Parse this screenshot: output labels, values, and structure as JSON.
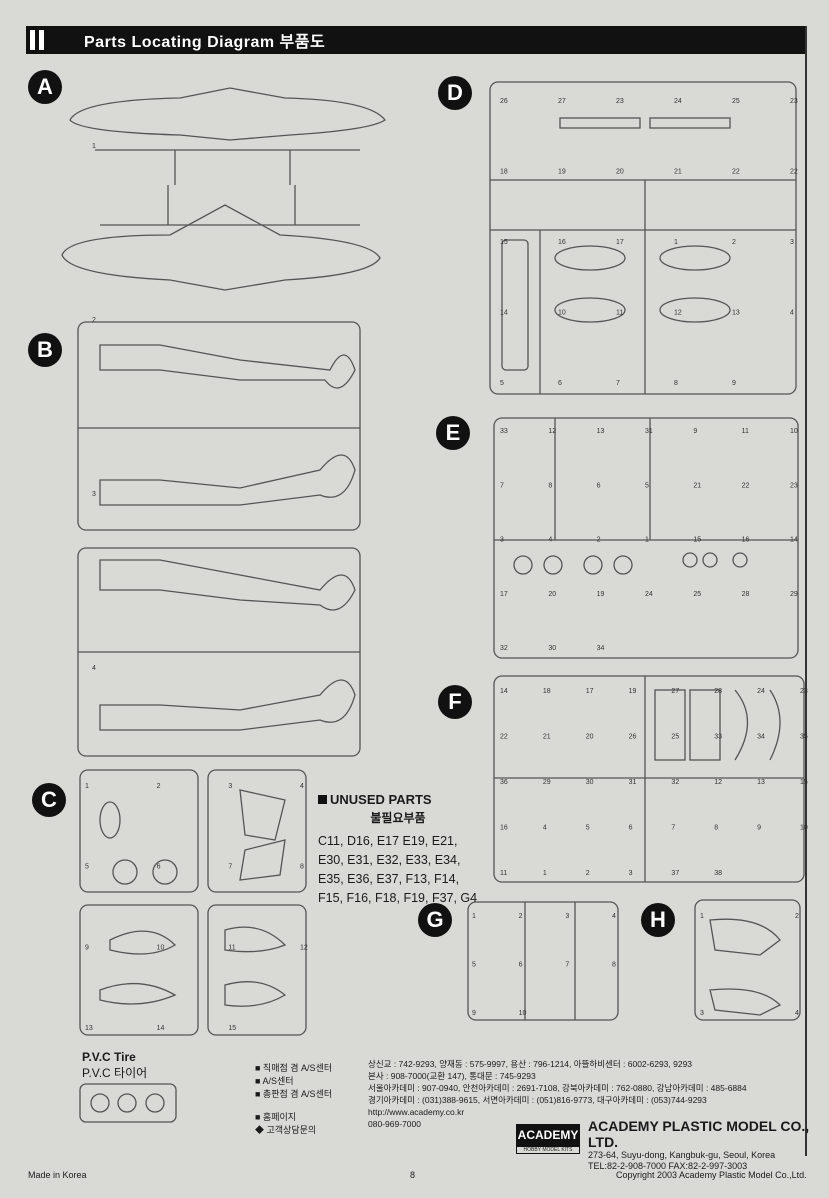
{
  "header": {
    "title": "Parts Locating Diagram 부품도"
  },
  "section_letters": [
    "A",
    "B",
    "C",
    "D",
    "E",
    "F",
    "G",
    "H"
  ],
  "unused": {
    "heading": "UNUSED PARTS",
    "heading_kr": "불필요부품",
    "list": "C11, D16, E17 E19, E21, E30, E31, E32, E33, E34, E35, E36, E37, F13, F14, F15, F16, F18, F19, F37, G4"
  },
  "pvc": {
    "title": "P.V.C Tire",
    "title_kr": "P.V.C 타이어"
  },
  "legend": {
    "line1": "■ 직매점 겸 A/S센터",
    "line2": "■ A/S센터",
    "line3": "■ 총판점 겸 A/S센터",
    "line4": "■ 홈페이지",
    "line5": "◆ 고객상담문의"
  },
  "contacts": {
    "line1": "상신교 : 742-9293, 양재동 : 575-9997, 용산 : 796-1214, 아뜰하비센터 : 6002-6293, 9293",
    "line2": "본사 : 908-7000(교환 147), 통대문 : 745-9293",
    "line3": "서울아카데미 : 907-0940, 안천아카데미 : 2691-7108, 강북아카데미 : 762-0880, 강남아카데미 : 485-6884",
    "line4": "경기아카데미 : (031)388-9615, 서면아카데미 : (051)816-9773, 대구아카데미 : (053)744-9293",
    "line5": "http://www.academy.co.kr",
    "line6": "080-969-7000"
  },
  "brand": {
    "logo": "ACADEMY",
    "logo_sub": "HOBBY MODEL KITS"
  },
  "company": {
    "name": "ACADEMY PLASTIC MODEL CO., LTD.",
    "addr1": "273-64, Suyu-dong, Kangbuk-gu, Seoul, Korea",
    "addr2": "TEL:82-2-908-7000  FAX:82-2-997-3003"
  },
  "footer": {
    "left": "Made in Korea",
    "page": "8",
    "right": "Copyright 2003 Academy Plastic Model Co.,Ltd."
  },
  "part_numbers": {
    "d": [
      "26",
      "27",
      "23",
      "24",
      "25",
      "23",
      "18",
      "19",
      "20",
      "21",
      "22",
      "22",
      "15",
      "16",
      "17",
      "1",
      "2",
      "3",
      "14",
      "10",
      "11",
      "12",
      "13",
      "4",
      "5",
      "6",
      "7",
      "8",
      "9"
    ],
    "e": [
      "33",
      "12",
      "13",
      "31",
      "9",
      "11",
      "10",
      "7",
      "8",
      "6",
      "5",
      "21",
      "22",
      "23",
      "3",
      "4",
      "2",
      "1",
      "15",
      "16",
      "14",
      "17",
      "20",
      "19",
      "24",
      "25",
      "28",
      "29",
      "32",
      "30",
      "34"
    ],
    "f": [
      "14",
      "18",
      "17",
      "19",
      "27",
      "28",
      "24",
      "23",
      "22",
      "21",
      "20",
      "26",
      "25",
      "33",
      "34",
      "35",
      "36",
      "29",
      "30",
      "31",
      "32",
      "12",
      "13",
      "15",
      "16",
      "4",
      "5",
      "6",
      "7",
      "8",
      "9",
      "10",
      "11",
      "1",
      "2",
      "3",
      "37",
      "38"
    ],
    "g": [
      "1",
      "2",
      "3",
      "4",
      "5",
      "6",
      "7",
      "8",
      "9",
      "10"
    ],
    "h": [
      "1",
      "2",
      "3",
      "4"
    ],
    "c": [
      "1",
      "2",
      "3",
      "4",
      "5",
      "6",
      "7",
      "8",
      "9",
      "10",
      "11",
      "12",
      "13",
      "14",
      "15"
    ],
    "ab": [
      "1",
      "2",
      "3",
      "4"
    ]
  }
}
